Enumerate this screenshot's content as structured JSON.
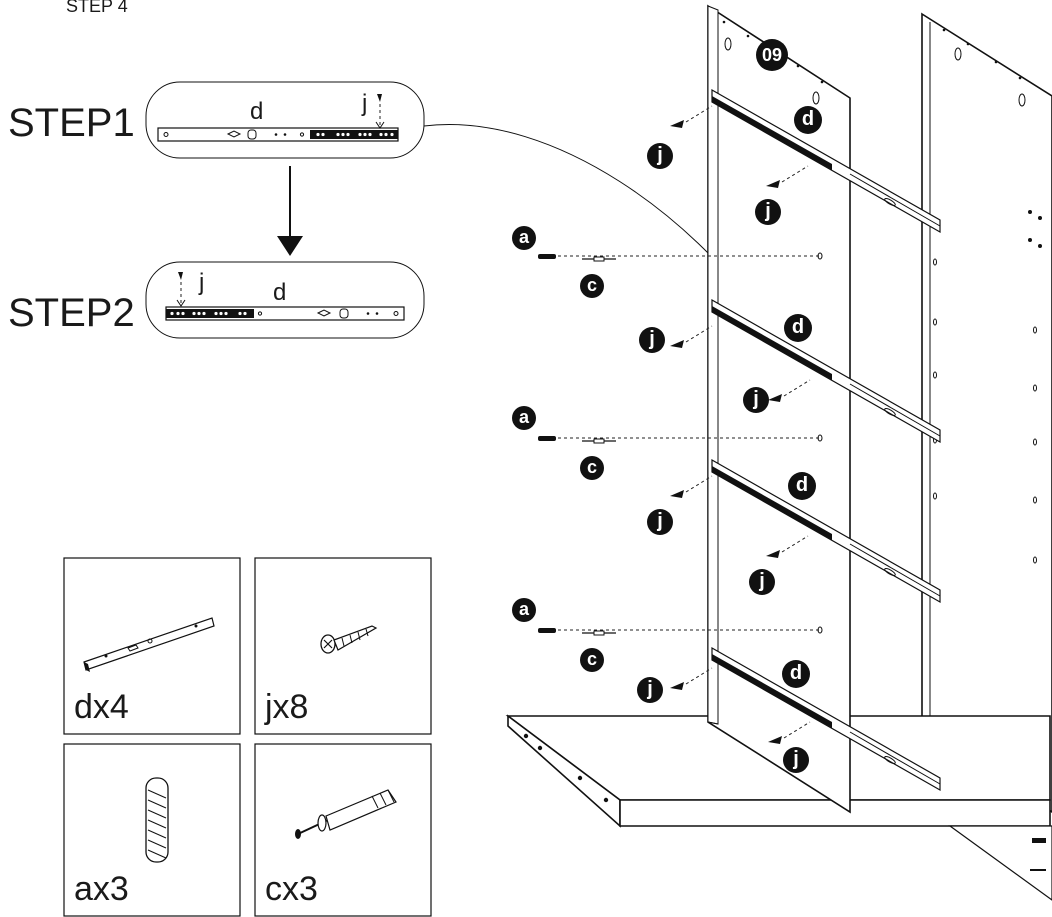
{
  "header": {
    "step_title": "STEP 4"
  },
  "substeps": [
    {
      "label": "STEP1",
      "slide_label": "d",
      "screw_label": "j"
    },
    {
      "label": "STEP2",
      "slide_label": "d",
      "screw_label": "j"
    }
  ],
  "panel_number": "09",
  "badges": {
    "a": "a",
    "c": "c",
    "d": "d",
    "j": "j"
  },
  "parts": [
    {
      "name": "slide rail",
      "code": "dx4"
    },
    {
      "name": "screw",
      "code": "jx8"
    },
    {
      "name": "dowel",
      "code": "ax3"
    },
    {
      "name": "cam bolt",
      "code": "cx3"
    }
  ],
  "colors": {
    "ink": "#111111",
    "badge": "#111111",
    "paper": "#ffffff"
  }
}
